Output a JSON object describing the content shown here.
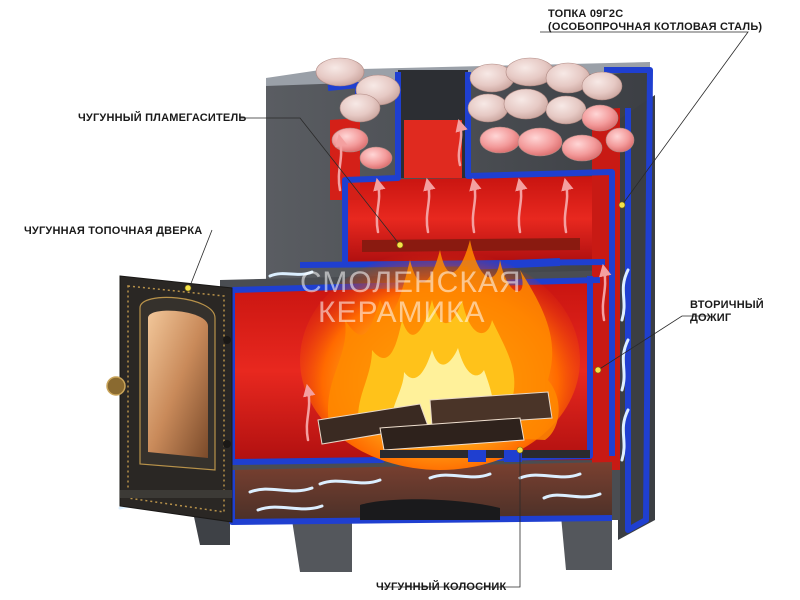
{
  "labels": {
    "firebox_line1": "ТОПКА 09Г2С",
    "firebox_line2": "(ОСОБОПРОЧНАЯ КОТЛОВАЯ СТАЛЬ)",
    "flame_arrester": "ЧУГУННЫЙ ПЛАМЕГАСИТЕЛЬ",
    "firebox_door": "ЧУГУННАЯ ТОПОЧНАЯ ДВЕРКА",
    "secondary_line1": "ВТОРИЧНЫЙ",
    "secondary_line2": "ДОЖИГ",
    "grate": "ЧУГУННЫЙ КОЛОСНИК"
  },
  "watermark": {
    "line1": "СМОЛЕНСКАЯ",
    "line2": "КЕРАМИКА"
  },
  "colors": {
    "steel_blue": "#1f3fd0",
    "body_gray": "#4a4d52",
    "interior_red": "#e0241c",
    "air_arrow": "#cfe6ff",
    "flame_orange": "#ff8a00",
    "door_dark": "#2a2724",
    "door_brass": "#b8924a"
  }
}
